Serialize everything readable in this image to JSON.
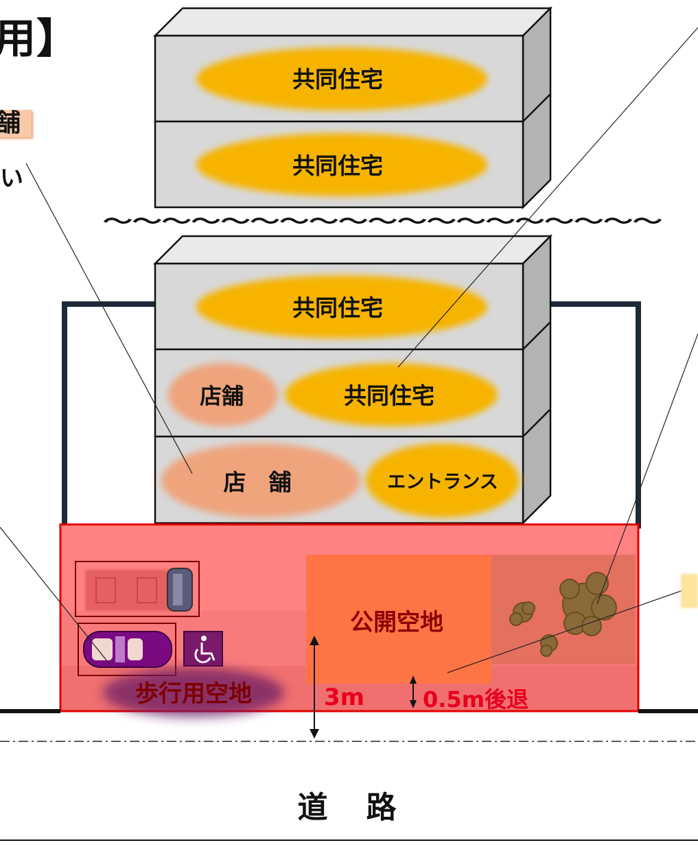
{
  "header": {
    "title_fragment": "用】",
    "shop_fragment": "舗",
    "fragment_i": "い"
  },
  "building_upper": {
    "floor_top": "共同住宅",
    "floor_bottom": "共同住宅"
  },
  "wave_separator": "～～～～～～～～～～～～～～～～～～～",
  "building_lower": {
    "floor_3": "共同住宅",
    "floor_2_shop": "店舗",
    "floor_2_residential": "共同住宅",
    "floor_1_shop": "店　舗",
    "floor_1_entrance": "エントランス"
  },
  "site": {
    "public_open_space": "公開空地",
    "pedestrian_space": "歩行用空地",
    "setback_3m": "3m",
    "setback_05m": "0.5m後退",
    "accessibility_icon": "wheelchair-icon"
  },
  "road_label": "道　路",
  "colors": {
    "residential_oval": "#f6b400",
    "shop_oval": "#efa47c",
    "site_fill": "#ff7d7d",
    "public_space": "#ff7445",
    "red_text": "#e8001c",
    "dark_red_text": "#8b0000",
    "building_face": "#d6d6d6",
    "building_side": "#b0b0b0"
  }
}
